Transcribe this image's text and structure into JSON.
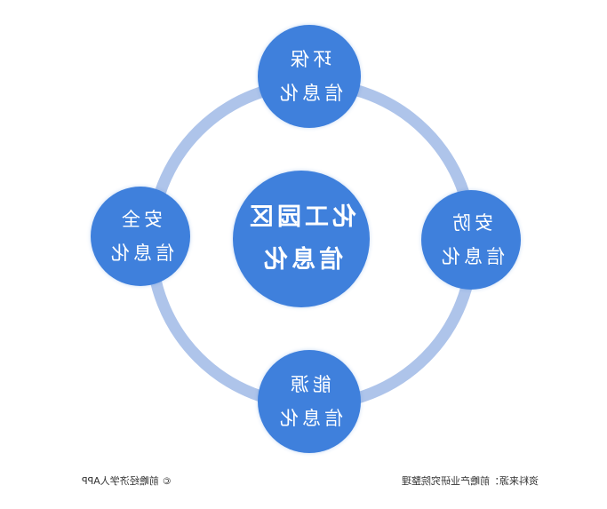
{
  "center": {
    "line1": "化工园区",
    "line2": "信息化"
  },
  "nodes": {
    "top": {
      "line1": "环保",
      "line2": "信息化"
    },
    "right": {
      "line1": "安防",
      "line2": "信息化"
    },
    "bottom": {
      "line1": "能源",
      "line2": "信息化"
    },
    "left": {
      "line1": "安全",
      "line2": "信息化"
    }
  },
  "footer": {
    "credit": "© 前瞻经济学人APP",
    "source": "资料来源：前瞻产业研究院整理"
  },
  "colors": {
    "node": "#3f80dc",
    "ring": "#aec4ea"
  }
}
